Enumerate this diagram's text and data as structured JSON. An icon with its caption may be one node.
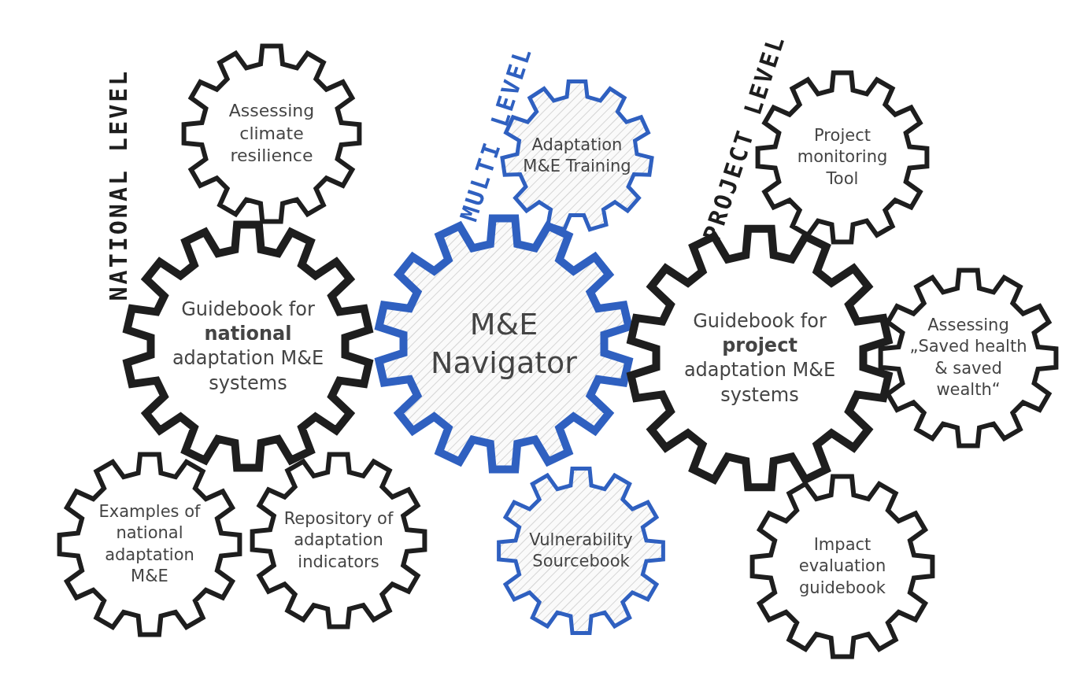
{
  "diagram": {
    "nodes": [
      {
        "text": [
          "Assessing climate resilience"
        ]
      },
      {
        "text": [
          "Adaptation M&E Training"
        ]
      },
      {
        "text": [
          "Project monitoring Tool"
        ]
      },
      {
        "text": [
          "Guidebook for **national** adaptation M&E systems"
        ]
      },
      {
        "text": [
          "M&E Navigator"
        ]
      },
      {
        "text": [
          "Guidebook for **project** adaptation M&E systems"
        ]
      },
      {
        "text": [
          "Assessing „Saved health & saved wealth“"
        ]
      },
      {
        "text": [
          "Examples of national adaptation M&E"
        ]
      },
      {
        "text": [
          "Repository of adaptation indicators"
        ]
      },
      {
        "text": [
          "Vulnerability Sourcebook"
        ]
      },
      {
        "text": [
          "Impact evaluation guidebook"
        ]
      }
    ],
    "edges": [],
    "labels": [
      "NATIONAL LEVEL",
      "MULTI LEVEL",
      "PROJECT LEVEL"
    ]
  }
}
